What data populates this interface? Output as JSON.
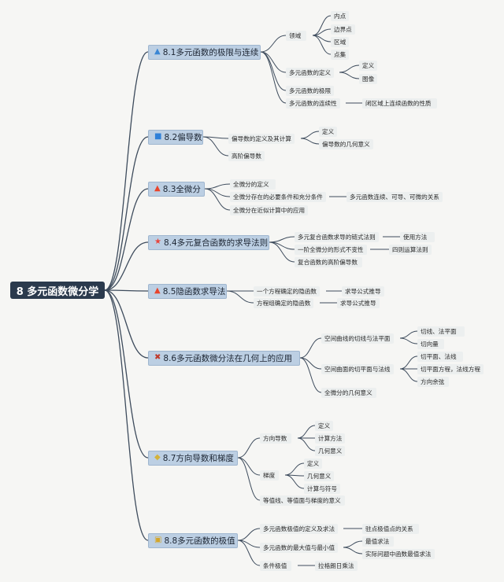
{
  "colors": {
    "root_bg": "#2b3a4d",
    "chapter_bg": "#bccfe3",
    "leaf_bg": "#ecefef",
    "line": "#3d4b5c"
  },
  "root": {
    "label": "8 多元函数微分学"
  },
  "chapters": [
    {
      "label": "8.1多元函数的极限与连续",
      "icon": "flame-icon",
      "icon_color": "#3a86d4"
    },
    {
      "label": "8.2偏导数",
      "icon": "square-icon",
      "icon_color": "#2f80d8"
    },
    {
      "label": "8.3全微分",
      "icon": "flame-icon",
      "icon_color": "#e8452c"
    },
    {
      "label": "8.4多元复合函数的求导法则",
      "icon": "star-icon",
      "icon_color": "#e8453c"
    },
    {
      "label": "8.5隐函数求导法",
      "icon": "flame-icon",
      "icon_color": "#e8452c"
    },
    {
      "label": "8.6多元函数微分法在几何上的应用",
      "icon": "tools-icon",
      "icon_color": "#c0392b"
    },
    {
      "label": "8.7方向导数和梯度",
      "icon": "badge-icon",
      "icon_color": "#d4b23a"
    },
    {
      "label": "8.8多元函数的极值",
      "icon": "trophy-icon",
      "icon_color": "#d4a62a"
    }
  ],
  "leaves": {
    "c1_domain": "领域",
    "c1_interior": "内点",
    "c1_boundary": "边界点",
    "c1_region": "区域",
    "c1_pointset": "点集",
    "c1_def": "多元函数的定义",
    "c1_def_def": "定义",
    "c1_def_img": "图像",
    "c1_limit": "多元函数的极限",
    "c1_cont": "多元函数的连续性",
    "c1_cont_prop": "闭区域上连续函数的性质",
    "c2_def": "偏导数的定义及其计算",
    "c2_def_def": "定义",
    "c2_def_geo": "偏导数的几何意义",
    "c2_high": "高阶偏导数",
    "c3_def": "全微分的定义",
    "c3_cond": "全微分存在的必要条件和充分条件",
    "c3_rel": "多元函数连续、可导、可微的关系",
    "c3_app": "全微分在近似计算中的应用",
    "c4_chain": "多元复合函数求导的链式法则",
    "c4_usage": "使用方法",
    "c4_inv": "一阶全微分的形式不变性",
    "c4_four": "四则运算法则",
    "c4_high": "复合函数的高阶偏导数",
    "c5_one": "一个方程确定的隐函数",
    "c5_one_f": "求导公式推导",
    "c5_sys": "方程组确定的隐函数",
    "c5_sys_f": "求导公式推导",
    "c6_curve": "空间曲线的切线与法平面",
    "c6_curve_a": "切线、法平面",
    "c6_curve_b": "切向量",
    "c6_surf": "空间曲面的切平面与法线",
    "c6_surf_a": "切平面、法线",
    "c6_surf_b": "切平面方程，法线方程",
    "c6_surf_c": "方向余弦",
    "c6_geo": "全微分的几何意义",
    "c7_dir": "方向导数",
    "c7_dir_def": "定义",
    "c7_dir_calc": "计算方法",
    "c7_dir_geo": "几何意义",
    "c7_grad": "梯度",
    "c7_grad_def": "定义",
    "c7_grad_geo": "几何意义",
    "c7_grad_calc": "计算与符号",
    "c7_level": "等值线、等值面与梯度的意义",
    "c8_def": "多元函数极值的定义及求法",
    "c8_def_rel": "驻点极值点的关系",
    "c8_max": "多元函数的最大值与最小值",
    "c8_max_a": "最值求法",
    "c8_max_b": "实际问题中函数最值求法",
    "c8_cond": "条件极值",
    "c8_cond_l": "拉格朗日乘法"
  }
}
